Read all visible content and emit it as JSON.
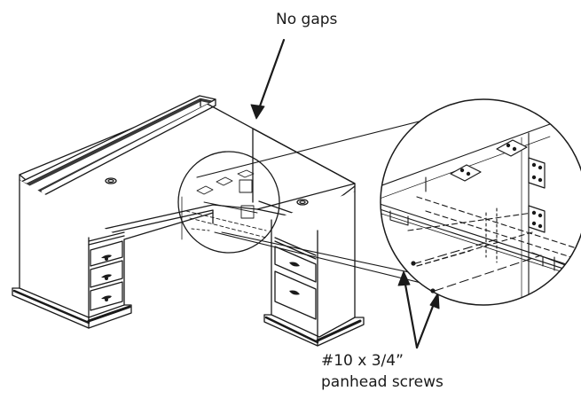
{
  "callouts": {
    "top_note": "No gaps",
    "screw_spec": "#10 x 3/4”",
    "screw_type": "panhead screws"
  },
  "colors": {
    "ink": "#1a1a1a",
    "paper": "#ffffff",
    "trim": "#2a2a2a"
  },
  "parts": {
    "desk": "l-shaped-desk",
    "detail": "magnified-joint-view",
    "fasteners": "metal-connector-plates"
  }
}
